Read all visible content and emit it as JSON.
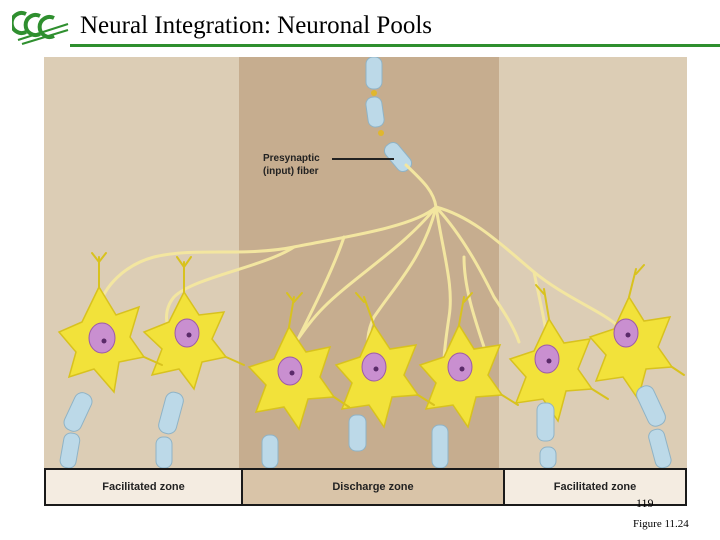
{
  "slide": {
    "title": "Neural Integration: Neuronal Pools",
    "page_number": "119",
    "figure_label": "Figure 11.24"
  },
  "figure": {
    "callout_line1": "Presynaptic",
    "callout_line2": "(input) fiber",
    "zones": [
      "Facilitated zone",
      "Discharge zone",
      "Facilitated zone"
    ]
  },
  "colors": {
    "facilitated_bg": "#dccdb5",
    "discharge_bg": "#c6ad8f",
    "neuron_body": "#f2e23a",
    "nucleus": "#c98fd0",
    "myelin": "#bcd9e8",
    "fiber": "#f3e6a0",
    "title_rule": "#2f8f2f"
  }
}
